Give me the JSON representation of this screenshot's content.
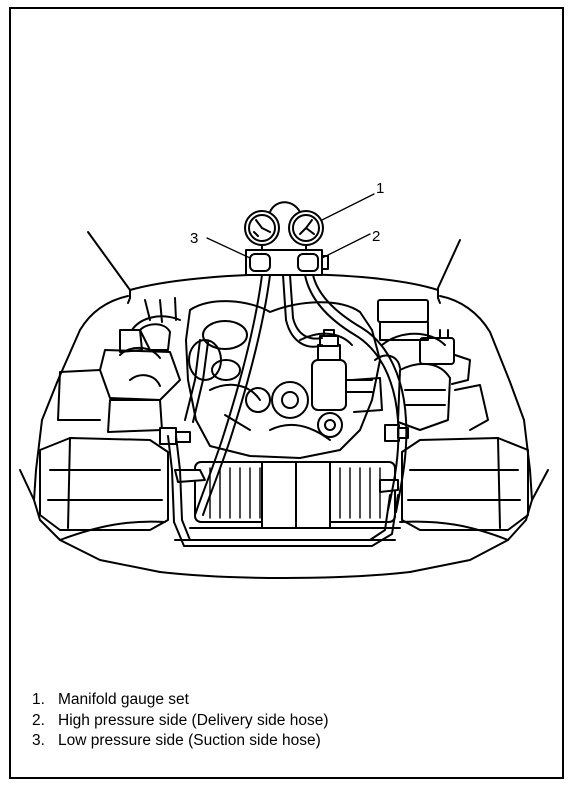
{
  "callouts": {
    "one": "1",
    "two": "2",
    "three": "3"
  },
  "legend": [
    {
      "num": "1.",
      "text": "Manifold gauge set"
    },
    {
      "num": "2.",
      "text": "High pressure side (Delivery side hose)"
    },
    {
      "num": "3.",
      "text": "Low pressure side (Suction side hose)"
    }
  ]
}
